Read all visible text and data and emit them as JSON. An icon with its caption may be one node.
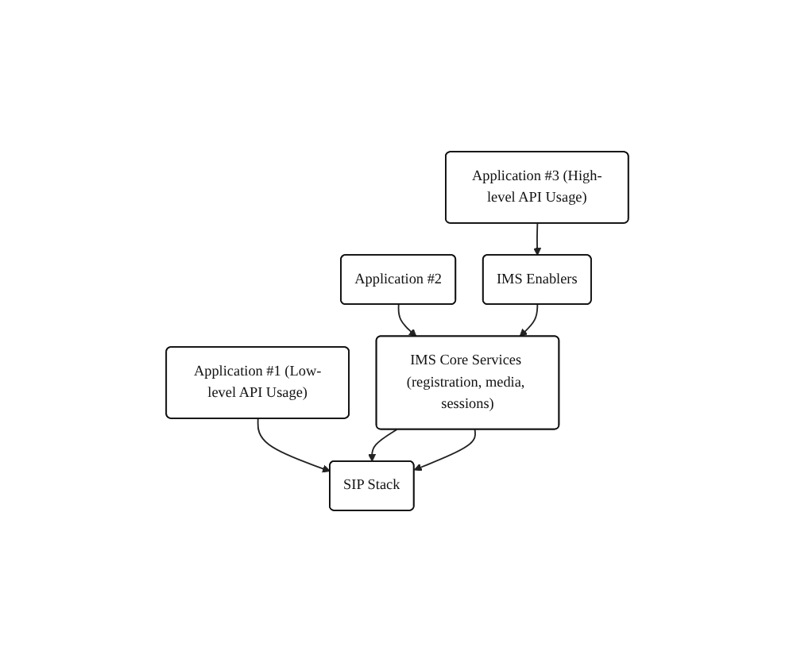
{
  "diagram": {
    "nodes": [
      {
        "text": [
          "Application #1 (Low-level API Usage)"
        ]
      },
      {
        "text": [
          "Application #2"
        ]
      },
      {
        "text": [
          "Application #3 (High-level API Usage)"
        ]
      },
      {
        "text": [
          "IMS Enablers"
        ]
      },
      {
        "text": [
          "IMS Core Services (registration, media, sessions)"
        ]
      },
      {
        "text": [
          "SIP Stack"
        ]
      }
    ],
    "edges": [
      {
        "from": 2,
        "to": 3,
        "arrow": "to"
      },
      {
        "from": 1,
        "to": 4,
        "arrow": "to"
      },
      {
        "from": 3,
        "to": 4,
        "arrow": "to"
      },
      {
        "from": 0,
        "to": 5,
        "arrow": "to"
      },
      {
        "from": 4,
        "to": 5,
        "arrow": "to"
      },
      {
        "from": 4,
        "to": 5,
        "arrow": "to"
      }
    ]
  }
}
